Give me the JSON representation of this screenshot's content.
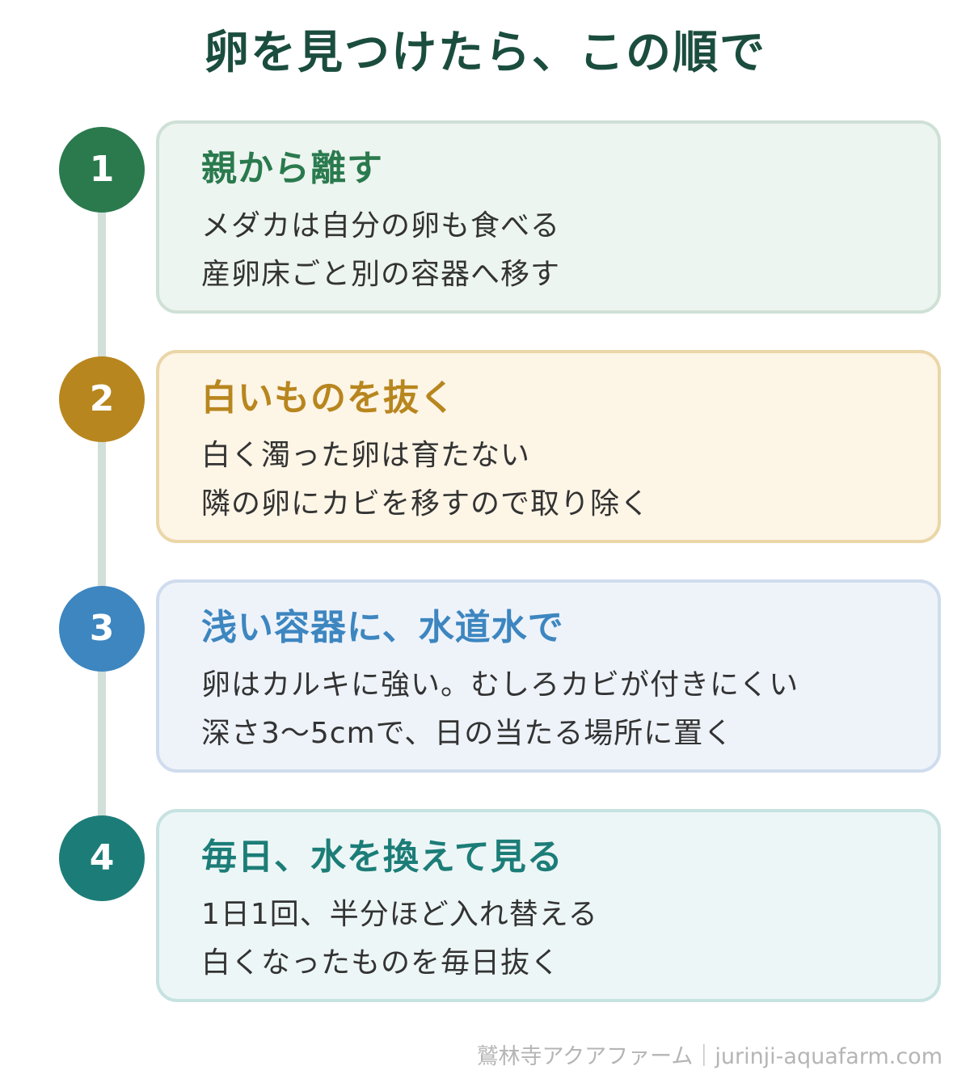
{
  "title": "卵を見つけたら、この順で",
  "colors": {
    "title": "#1b4d3e",
    "timeline": "#d3dfd9",
    "footer": "#b5b5b5"
  },
  "steps": [
    {
      "number": "1",
      "heading": "親から離す",
      "lines": [
        "メダカは自分の卵も食べる",
        "産卵床ごと別の容器へ移す"
      ],
      "accent": "#2a7a4e",
      "card_bg": "#edf5f0",
      "card_border": "#cfe0d6"
    },
    {
      "number": "2",
      "heading": "白いものを抜く",
      "lines": [
        "白く濁った卵は育たない",
        "隣の卵にカビを移すので取り除く"
      ],
      "accent": "#b8861e",
      "card_bg": "#fdf5e6",
      "card_border": "#ead6a8"
    },
    {
      "number": "3",
      "heading": "浅い容器に、水道水で",
      "lines": [
        "卵はカルキに強い。むしろカビが付きにくい",
        "深さ3〜5cmで、日の当たる場所に置く"
      ],
      "accent": "#3d86c0",
      "card_bg": "#eef3fa",
      "card_border": "#cfdcee"
    },
    {
      "number": "4",
      "heading": "毎日、水を換えて見る",
      "lines": [
        "1日1回、半分ほど入れ替える",
        "白くなったものを毎日抜く"
      ],
      "accent": "#1c7d78",
      "card_bg": "#edf6f6",
      "card_border": "#c6e2e1"
    }
  ],
  "footer": "鷲林寺アクアファーム｜jurinji-aquafarm.com"
}
